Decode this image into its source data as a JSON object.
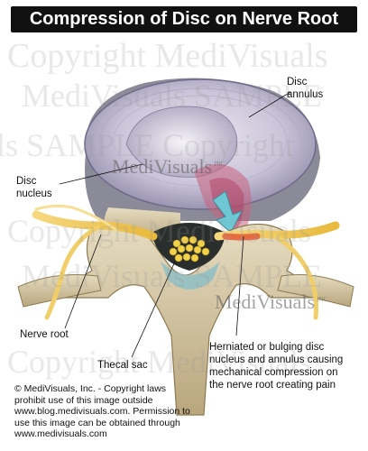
{
  "title": "Compression of Disc on Nerve Root",
  "watermark": {
    "line1": "Copyright MediVisuals",
    "line2": "MediVisuals SAMPLE",
    "line3": "ls SAMPLE Copyright",
    "logo": "MediVisuals",
    "logo_suffix": "INC"
  },
  "labels": {
    "disc_annulus": "Disc annulus",
    "disc_nucleus": "Disc nucleus",
    "nerve_root": "Nerve root",
    "thecal_sac": "Thecal sac",
    "herniation": "Herniated or bulging disc nucleus and annulus causing mechanical compression on the nerve root creating pain"
  },
  "copyright_note": "© MediVisuals, Inc. - Copyright laws prohibit use of this image outside www.blog.medivisuals.com. Permission to use this image can be obtained through www.medivisuals.com"
}
